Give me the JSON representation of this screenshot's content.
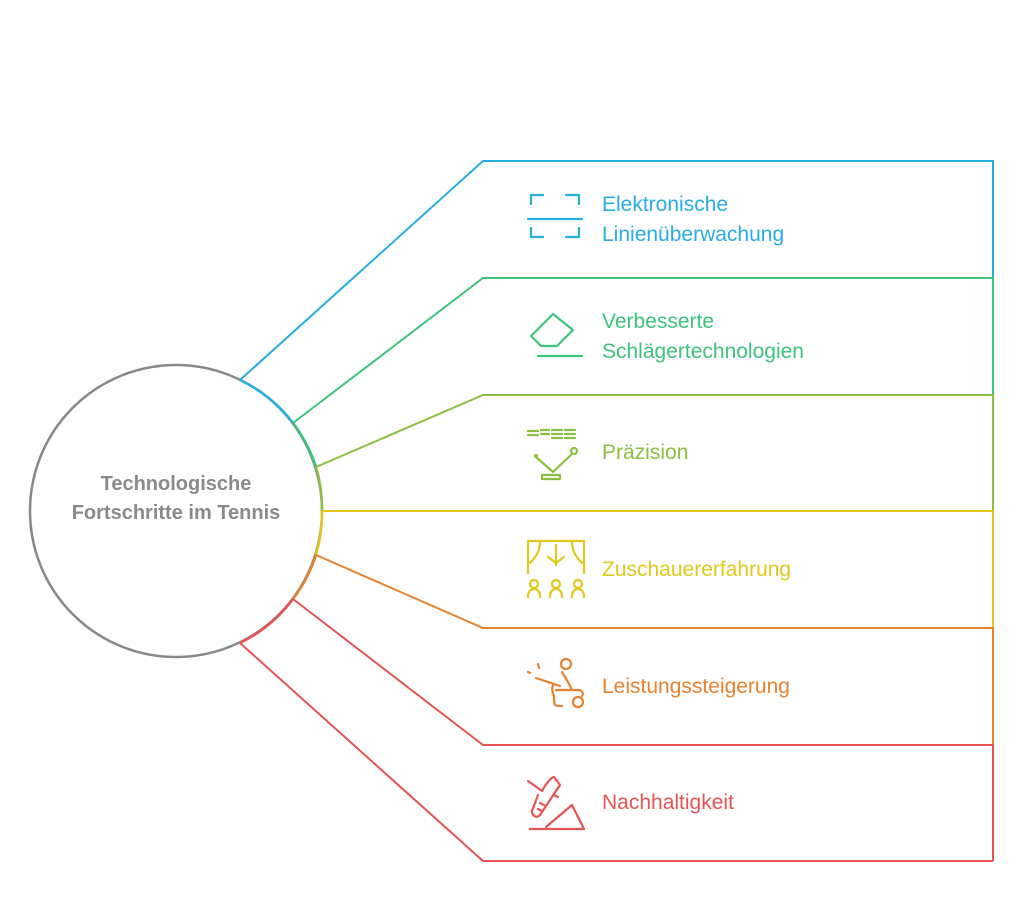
{
  "center": {
    "title": "Technologische Fortschritte im Tennis",
    "color": "#888888"
  },
  "items": [
    {
      "label": "Elektronische Linienüberwachung",
      "icon": "line-scan-icon",
      "color": "#27aee0"
    },
    {
      "label": "Verbesserte Schlägertechnologien",
      "icon": "racket-tech-icon",
      "color": "#3dc47c"
    },
    {
      "label": "Präzision",
      "icon": "precision-target-icon",
      "color": "#8cbf3f"
    },
    {
      "label": "Zuschauererfahrung",
      "icon": "audience-stage-icon",
      "color": "#e2c81c"
    },
    {
      "label": "Leistungssteigerung",
      "icon": "athlete-performance-icon",
      "color": "#e8822d"
    },
    {
      "label": "Nachhaltigkeit",
      "icon": "sneaker-icon",
      "color": "#e65353"
    }
  ]
}
